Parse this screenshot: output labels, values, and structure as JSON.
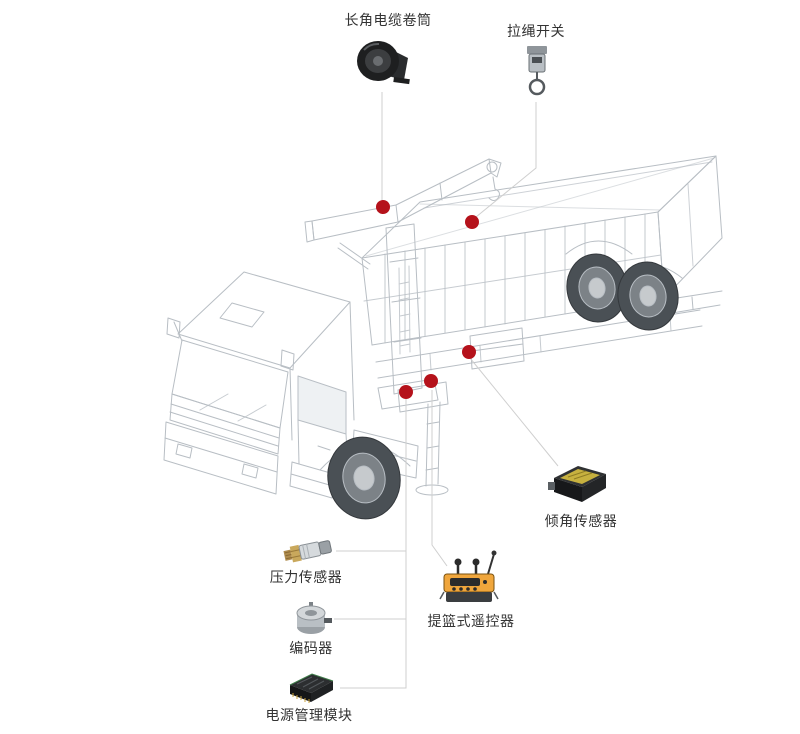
{
  "diagram": {
    "components": [
      {
        "id": "cable_reel",
        "label": "长角电缆卷筒"
      },
      {
        "id": "pull_switch",
        "label": "拉绳开关"
      },
      {
        "id": "tilt_sensor",
        "label": "倾角传感器"
      },
      {
        "id": "pressure_sensor",
        "label": "压力传感器"
      },
      {
        "id": "remote_control",
        "label": "提篮式遥控器"
      },
      {
        "id": "encoder",
        "label": "编码器"
      },
      {
        "id": "power_module",
        "label": "电源管理模块"
      }
    ],
    "marker_count": 5,
    "colors": {
      "marker": "#b5121b",
      "leader_line": "#cfcfcf",
      "wireframe": "#b8bec4",
      "label_text": "#333333",
      "background": "#ffffff"
    }
  }
}
